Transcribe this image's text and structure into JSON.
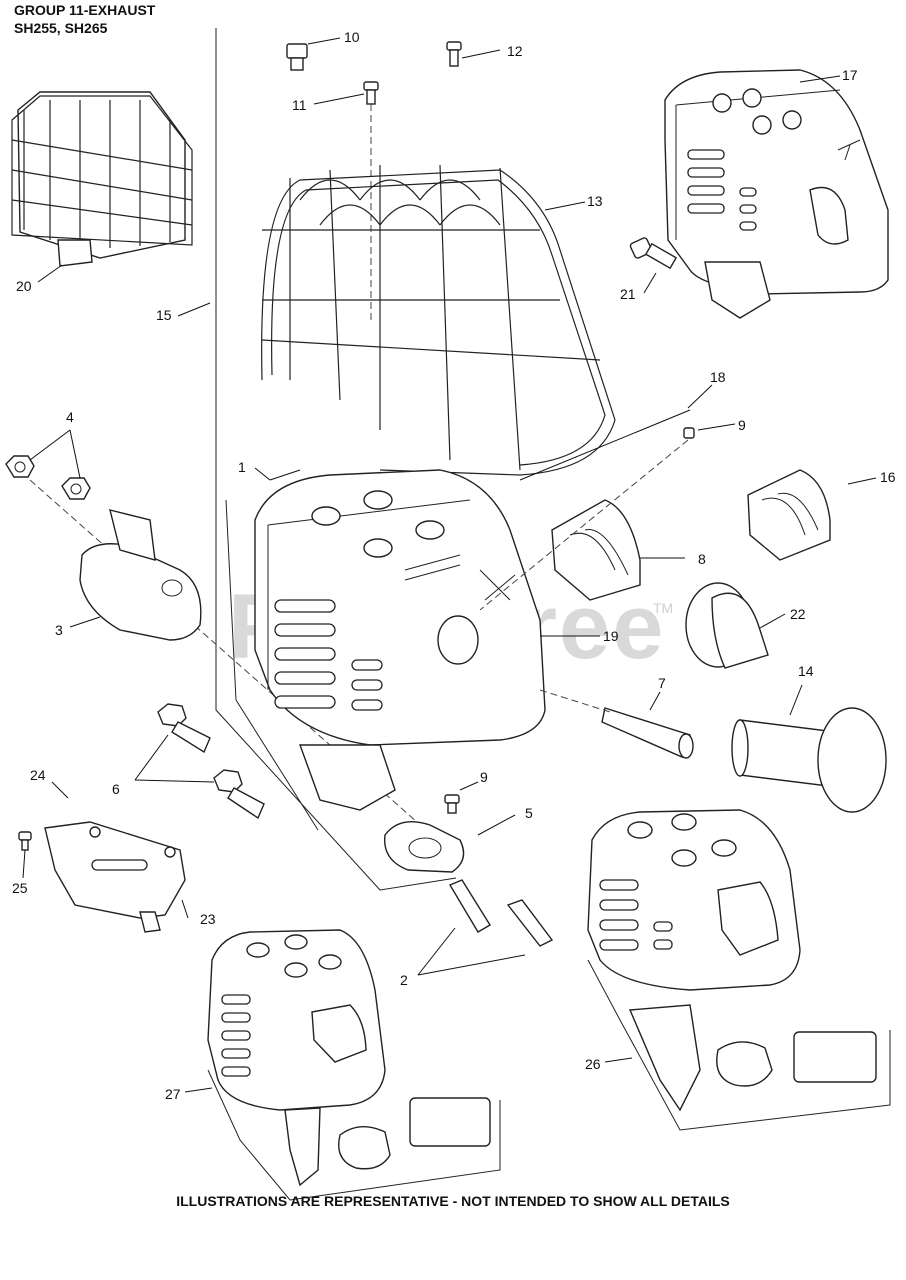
{
  "header": {
    "line1": "GROUP 11-EXHAUST",
    "line2": "SH255, SH265"
  },
  "footer": "ILLUSTRATIONS ARE REPRESENTATIVE - NOT INTENDED TO SHOW ALL DETAILS",
  "watermark": {
    "text": "PartsTree",
    "tm": "TM"
  },
  "callouts": [
    "1",
    "2",
    "3",
    "4",
    "5",
    "6",
    "7",
    "8",
    "9",
    "9",
    "10",
    "11",
    "12",
    "13",
    "14",
    "15",
    "16",
    "17",
    "18",
    "19",
    "20",
    "21",
    "22",
    "23",
    "24",
    "25",
    "26",
    "27"
  ]
}
